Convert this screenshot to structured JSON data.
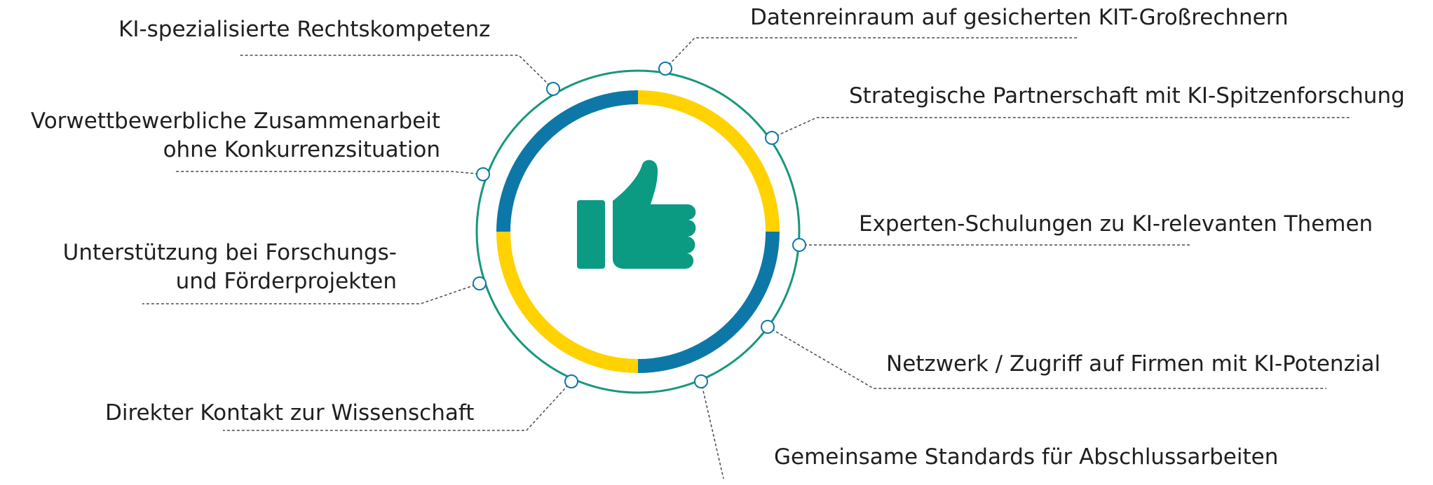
{
  "colors": {
    "ring": "#17977b",
    "blue": "#0d78a8",
    "yellow": "#ffd200",
    "thumb": "#0b9a82",
    "leader": "#4a4a4a",
    "text": "#1f1f1f"
  },
  "center_icon": "thumbs-up-icon",
  "benefits": {
    "rechtskompetenz": "KI-spezialisierte Rechtskompetenz",
    "datenreinraum": "Datenreinraum auf gesicherten KIT-Großrechnern",
    "partnerschaft": "Strategische Partnerschaft mit KI-Spitzenforschung",
    "zusammenarbeit_line1": "Vorwettbewerbliche Zusammenarbeit",
    "zusammenarbeit_line2": "ohne Konkurrenzsituation",
    "schulungen": "Experten-Schulungen zu KI-relevanten Themen",
    "foerderung_line1": "Unterstützung bei Forschungs-",
    "foerderung_line2": "und Förderprojekten",
    "netzwerk": "Netzwerk / Zugriff auf Firmen mit KI-Potenzial",
    "wissenschaft": "Direkter Kontakt zur Wissenschaft",
    "standards": "Gemeinsame Standards für Abschlussarbeiten"
  }
}
